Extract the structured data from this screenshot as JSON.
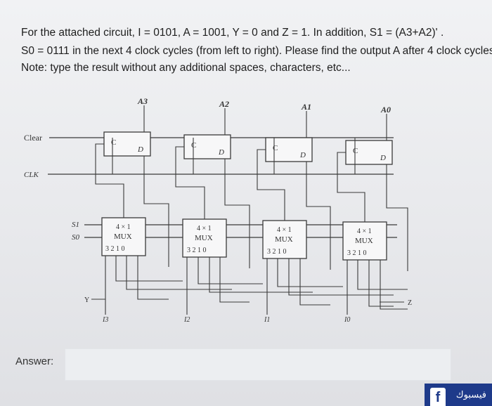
{
  "question": {
    "line1": "For the attached circuit, I = 0101, A = 1001, Y = 0 and Z = 1. In addition, S1 = (A3+A2)' .",
    "line2": "S0 = 0111 in the next 4 clock cycles (from left to right). Please find the output A after 4 clock cycles.",
    "line3": "Note: type the result without any additional spaces, characters, etc..."
  },
  "circuit": {
    "outputs": [
      "A3",
      "A2",
      "A1",
      "A0"
    ],
    "ff_c": "C",
    "ff_d": "D",
    "clear_label": "Clear",
    "clk_label": "CLK",
    "s1_label": "S1",
    "s0_label": "S0",
    "mux_line1": "4 × 1",
    "mux_line2": "MUX",
    "mux_inputs": "3 2 1 0",
    "y_label": "Y",
    "z_label": "Z",
    "inputs": [
      "I3",
      "I2",
      "I1",
      "I0"
    ]
  },
  "answer": {
    "label": "Answer:",
    "value": ""
  },
  "logo": {
    "text": "فيسبوك"
  }
}
